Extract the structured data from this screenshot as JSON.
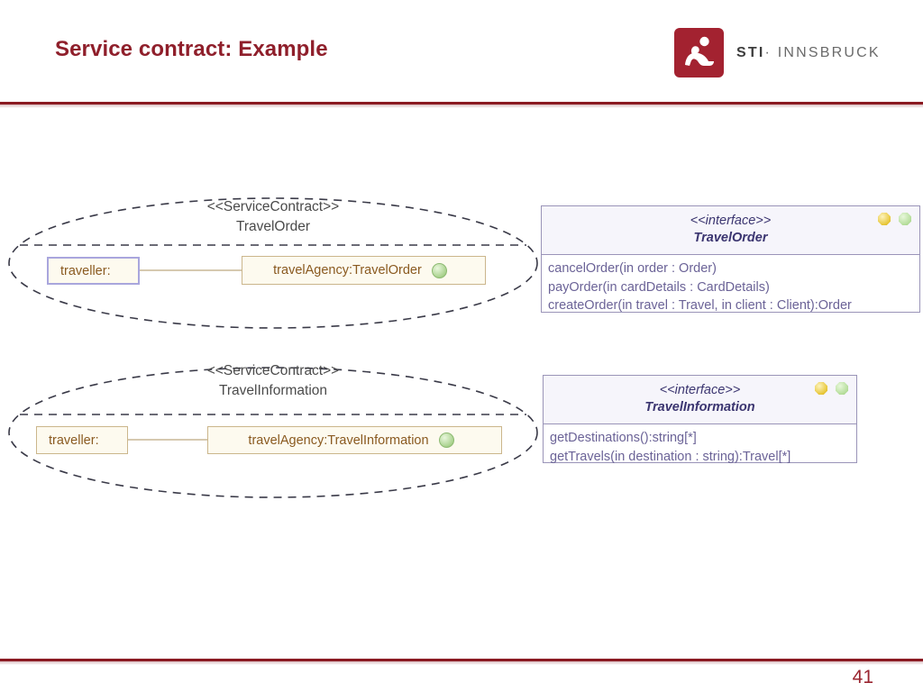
{
  "slide": {
    "title": "Service contract: Example",
    "page_number": "41",
    "accent_color": "#8b1a22",
    "title_color": "#8f1f2b"
  },
  "logo": {
    "mark_name": "sti-innsbruck-logo-mark",
    "mark_color": "#a32230",
    "text_bold": "STI",
    "text_separator": "·",
    "text_rest": "INNSBRUCK"
  },
  "contracts": [
    {
      "stereotype": "<<ServiceContract>>",
      "name": "TravelOrder",
      "parts": [
        {
          "label": "traveller:",
          "has_ball": false
        },
        {
          "label": "travelAgency:TravelOrder",
          "has_ball": true
        }
      ]
    },
    {
      "stereotype": "<<ServiceContract>>",
      "name": "TravelInformation",
      "parts": [
        {
          "label": "traveller:",
          "has_ball": false
        },
        {
          "label": "travelAgency:TravelInformation",
          "has_ball": true
        }
      ]
    }
  ],
  "interfaces": [
    {
      "stereotype": "<<interface>>",
      "name": "TravelOrder",
      "icons": [
        "gold-hexagon-icon",
        "green-hexagon-icon"
      ],
      "operations": [
        "cancelOrder(in order : Order)",
        "payOrder(in cardDetails : CardDetails)",
        "createOrder(in travel : Travel, in client : Client):Order"
      ]
    },
    {
      "stereotype": "<<interface>>",
      "name": "TravelInformation",
      "icons": [
        "gold-hexagon-icon",
        "green-hexagon-icon"
      ],
      "operations": [
        "getDestinations():string[*]",
        "getTravels(in destination : string):Travel[*]"
      ]
    }
  ]
}
